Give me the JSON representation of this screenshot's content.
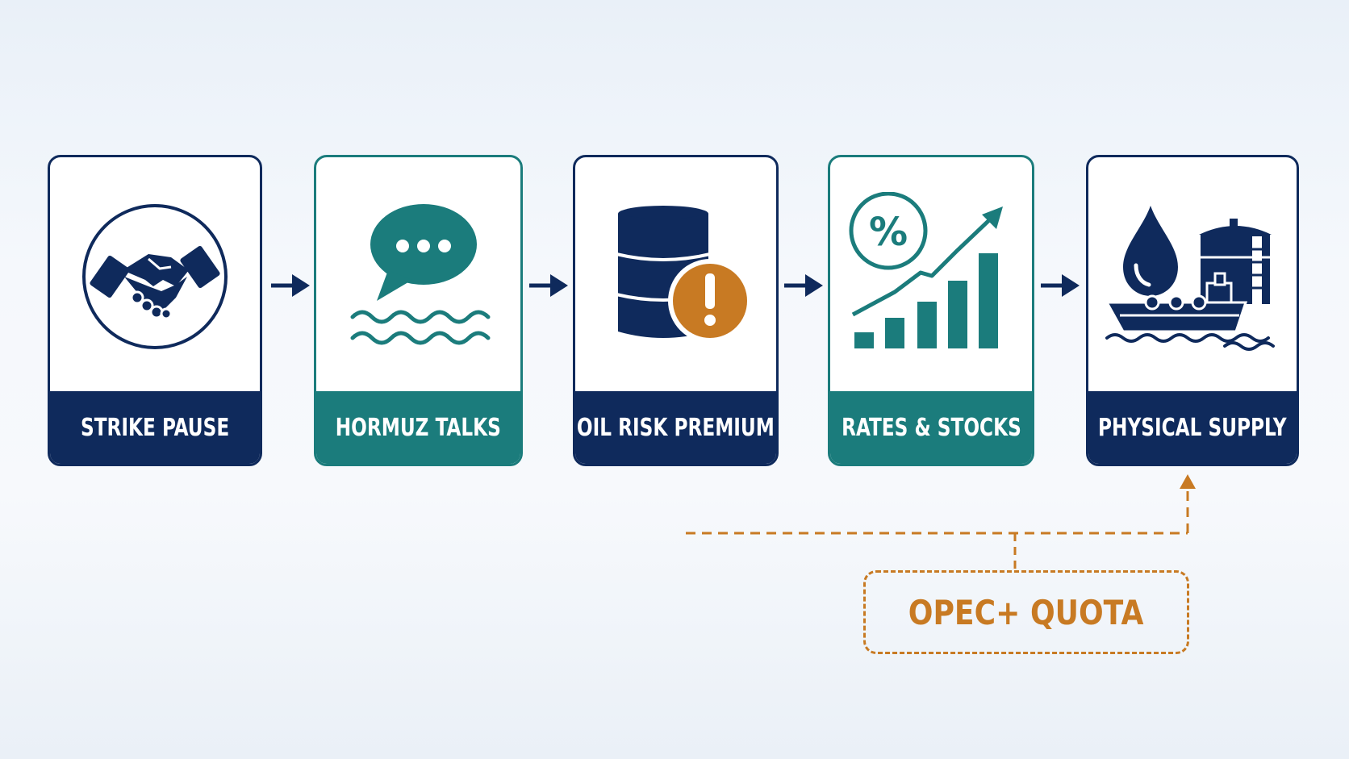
{
  "colors": {
    "navy": "#0f2a5c",
    "teal": "#1b7c7c",
    "orange": "#c87a23"
  },
  "steps": [
    {
      "label": "STRIKE PAUSE",
      "icon": "handshake-icon",
      "theme": "navy"
    },
    {
      "label": "HORMUZ TALKS",
      "icon": "speech-bubble-waves-icon",
      "theme": "teal"
    },
    {
      "label": "OIL RISK PREMIUM",
      "icon": "oil-barrel-warning-icon",
      "theme": "navy"
    },
    {
      "label": "RATES & STOCKS",
      "icon": "percent-growth-chart-icon",
      "theme": "teal"
    },
    {
      "label": "PHYSICAL SUPPLY",
      "icon": "oil-drop-tanker-icon",
      "theme": "navy"
    }
  ],
  "quota": {
    "label": "OPEC+ QUOTA",
    "icon": "dashed-connector"
  }
}
